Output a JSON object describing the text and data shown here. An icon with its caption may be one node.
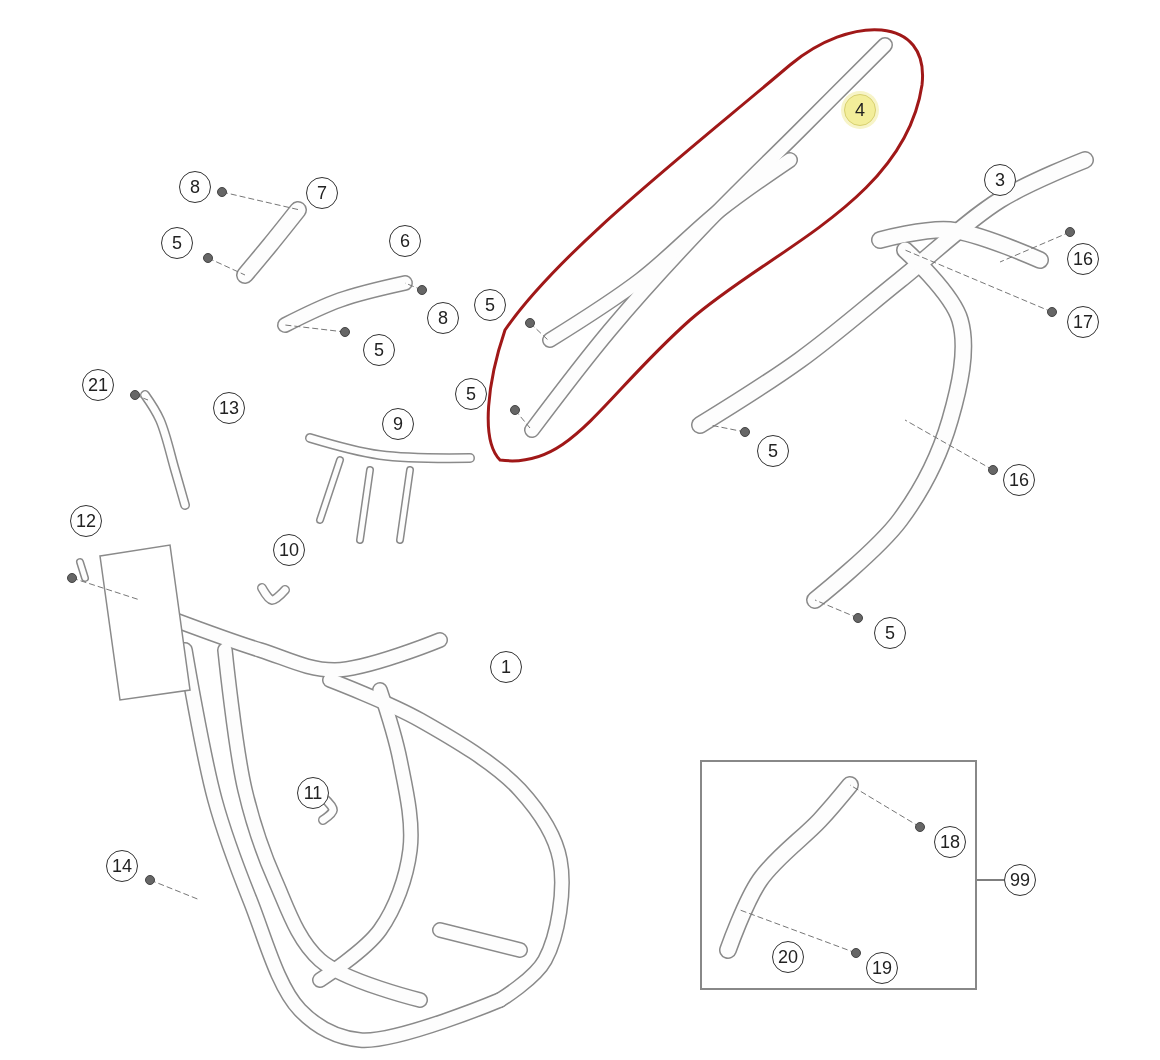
{
  "diagram": {
    "nodes": [
      {
        "text": [
          "4"
        ]
      },
      {
        "text": [
          "3"
        ]
      },
      {
        "text": [
          "8"
        ]
      },
      {
        "text": [
          "7"
        ]
      },
      {
        "text": [
          "5"
        ]
      },
      {
        "text": [
          "6"
        ]
      },
      {
        "text": [
          "16"
        ]
      },
      {
        "text": [
          "5"
        ]
      },
      {
        "text": [
          "8"
        ]
      },
      {
        "text": [
          "17"
        ]
      },
      {
        "text": [
          "5"
        ]
      },
      {
        "text": [
          "21"
        ]
      },
      {
        "text": [
          "5"
        ]
      },
      {
        "text": [
          "13"
        ]
      },
      {
        "text": [
          "9"
        ]
      },
      {
        "text": [
          "5"
        ]
      },
      {
        "text": [
          "16"
        ]
      },
      {
        "text": [
          "12"
        ]
      },
      {
        "text": [
          "10"
        ]
      },
      {
        "text": [
          "5"
        ]
      },
      {
        "text": [
          "1"
        ]
      },
      {
        "text": [
          "11"
        ]
      },
      {
        "text": [
          "14"
        ]
      },
      {
        "text": [],
        "shape": "box"
      },
      {
        "text": [
          "18"
        ],
        "in": 23
      },
      {
        "text": [
          "20"
        ],
        "in": 23
      },
      {
        "text": [
          "19"
        ],
        "in": 23
      },
      {
        "text": [
          "99"
        ]
      }
    ],
    "edges": [
      {
        "from": 23,
        "to": 27,
        "arrow": "none"
      }
    ]
  }
}
